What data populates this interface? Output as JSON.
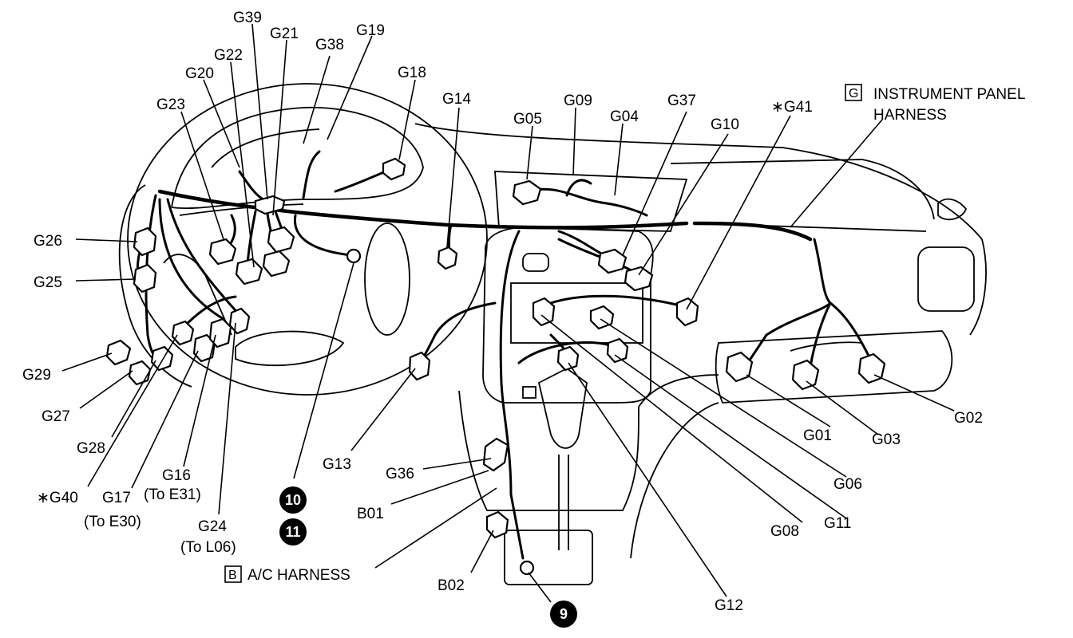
{
  "labels": {
    "G39": "G39",
    "G21": "G21",
    "G38": "G38",
    "G19": "G19",
    "G22": "G22",
    "G20": "G20",
    "G18": "G18",
    "G23": "G23",
    "G14": "G14",
    "G05": "G05",
    "G09": "G09",
    "G04": "G04",
    "G37": "G37",
    "G10": "G10",
    "G41": "∗G41",
    "G26": "G26",
    "G25": "G25",
    "G29": "G29",
    "G27": "G27",
    "G28": "G28",
    "G40": "∗G40",
    "G17": "G17",
    "G17note": "(To E30)",
    "G16": "G16",
    "G16note": "(To E31)",
    "G24": "G24",
    "G24note": "(To L06)",
    "G13": "G13",
    "G36": "G36",
    "B01": "B01",
    "B02": "B02",
    "G12": "G12",
    "G08": "G08",
    "G11": "G11",
    "G06": "G06",
    "G01": "G01",
    "G03": "G03",
    "G02": "G02"
  },
  "harness_g": {
    "box_letter": "G",
    "line1": "INSTRUMENT PANEL",
    "line2": "HARNESS"
  },
  "harness_b": {
    "box_letter": "B",
    "text": "A/C HARNESS"
  },
  "badges": {
    "b10": "10",
    "b11": "11",
    "b9": "9"
  }
}
